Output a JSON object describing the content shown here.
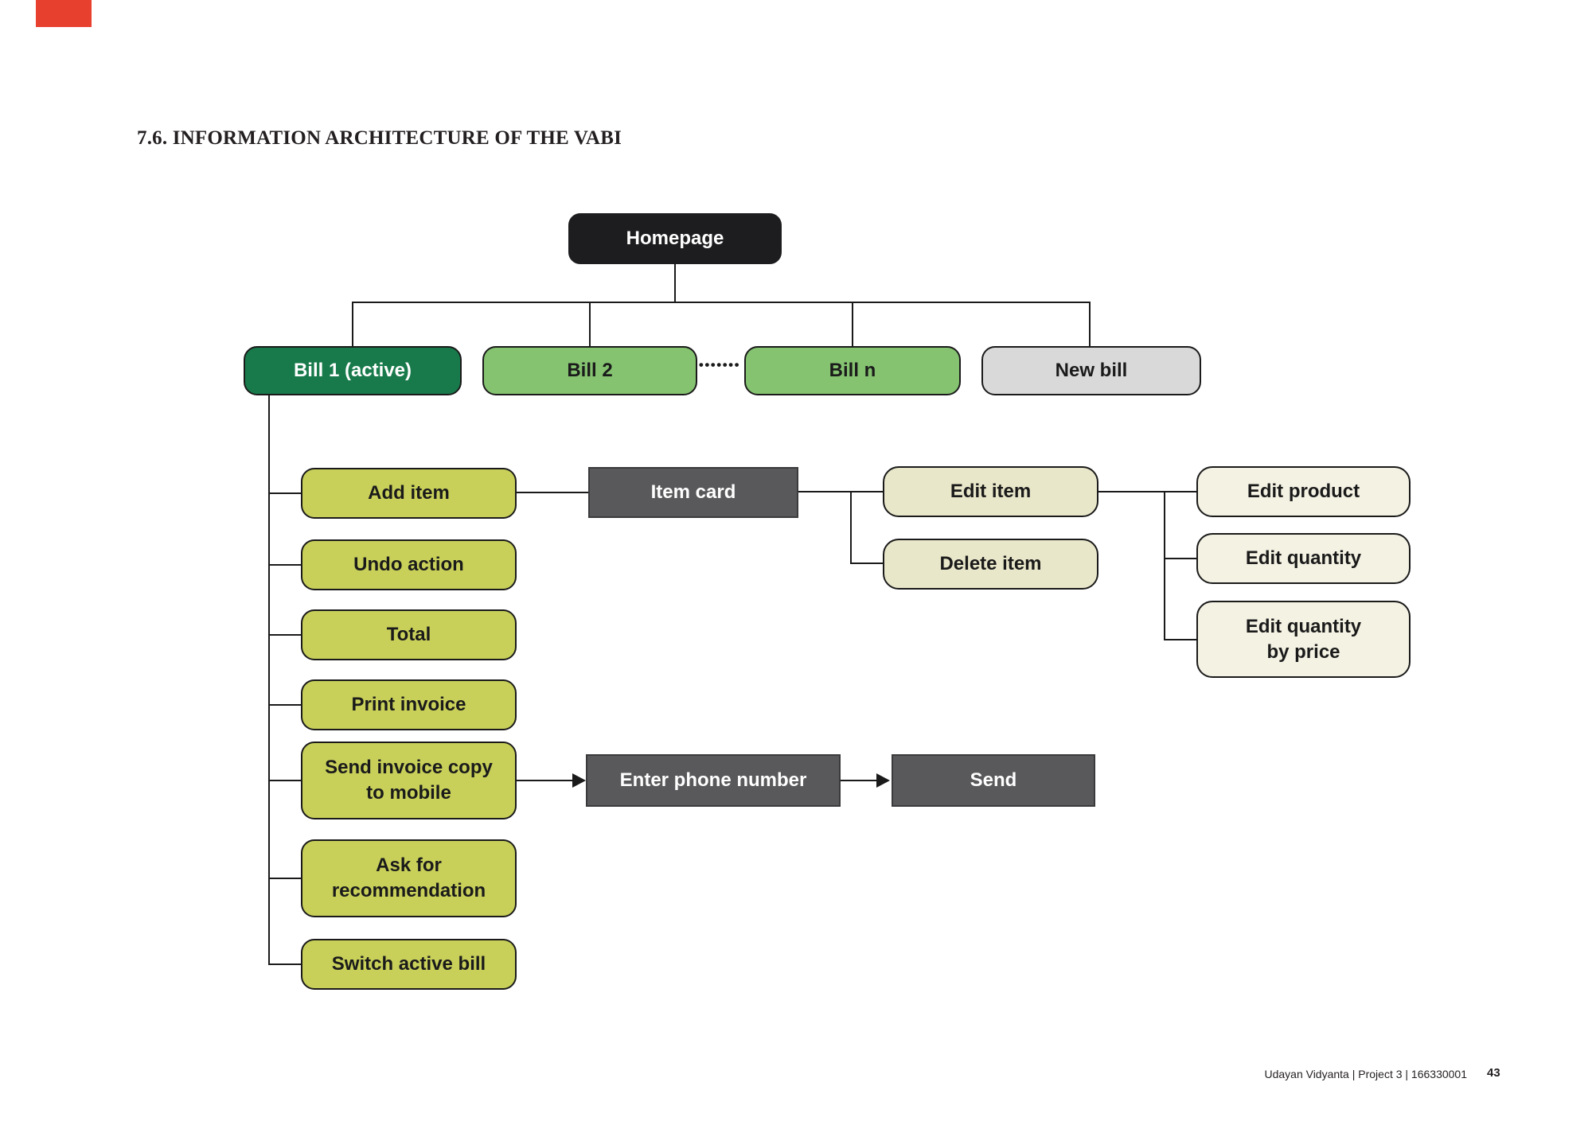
{
  "page": {
    "title": "7.6. INFORMATION ARCHITECTURE OF THE VABI",
    "footer": {
      "credit": "Udayan Vidyanta | Project 3 | 166330001",
      "page_number": "43"
    }
  },
  "colors": {
    "ink": "#1a1a1a",
    "title_ink": "#231f20",
    "marker_red": "#e8402e",
    "homepage_fill": "#1d1d1f",
    "bill_active_fill": "#187a4b",
    "bill_fill": "#85c371",
    "newbill_fill": "#d9d9d9",
    "action_fill": "#c8d05a",
    "card_fill": "#59595b",
    "card_border": "#3a3a3c",
    "cream_dark_fill": "#e9e7ca",
    "cream_light_fill": "#f4f2e3"
  },
  "diagram": {
    "ellipsis": "•••••••",
    "nodes": {
      "homepage": {
        "label": "Homepage"
      },
      "bill1": {
        "label": "Bill 1 (active)"
      },
      "bill2": {
        "label": "Bill 2"
      },
      "billn": {
        "label": "Bill n"
      },
      "newbill": {
        "label": "New bill"
      },
      "add_item": {
        "label": "Add item"
      },
      "undo_action": {
        "label": "Undo action"
      },
      "total": {
        "label": "Total"
      },
      "print_invoice": {
        "label": "Print invoice"
      },
      "send_invoice": {
        "label": "Send invoice copy to mobile"
      },
      "ask_recommendation": {
        "label": "Ask for recommendation"
      },
      "switch_bill": {
        "label": "Switch active bill"
      },
      "item_card": {
        "label": "Item card"
      },
      "edit_item": {
        "label": "Edit item"
      },
      "delete_item": {
        "label": "Delete item"
      },
      "edit_product": {
        "label": "Edit product"
      },
      "edit_quantity": {
        "label": "Edit quantity"
      },
      "edit_quantity_by_price": {
        "label": "Edit quantity by price"
      },
      "enter_phone": {
        "label": "Enter phone number"
      },
      "send": {
        "label": "Send"
      }
    }
  }
}
